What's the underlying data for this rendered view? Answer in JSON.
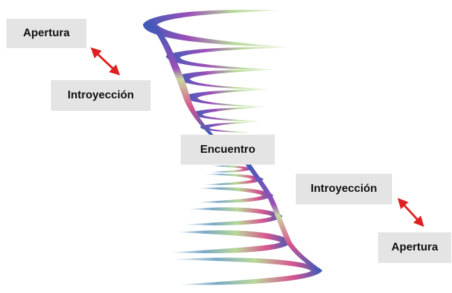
{
  "labels": {
    "top_outer": "Apertura",
    "top_inner": "Introyección",
    "center": "Encuentro",
    "bottom_inner": "Introyección",
    "bottom_outer": "Apertura"
  },
  "colors": {
    "spiral_blue": "#3a5bb8",
    "spiral_purple": "#9a4fb8",
    "spiral_pink": "#d8558f",
    "spiral_green": "#b8d898",
    "arrow_red": "#e02020",
    "label_bg": "#e4e4e4"
  }
}
